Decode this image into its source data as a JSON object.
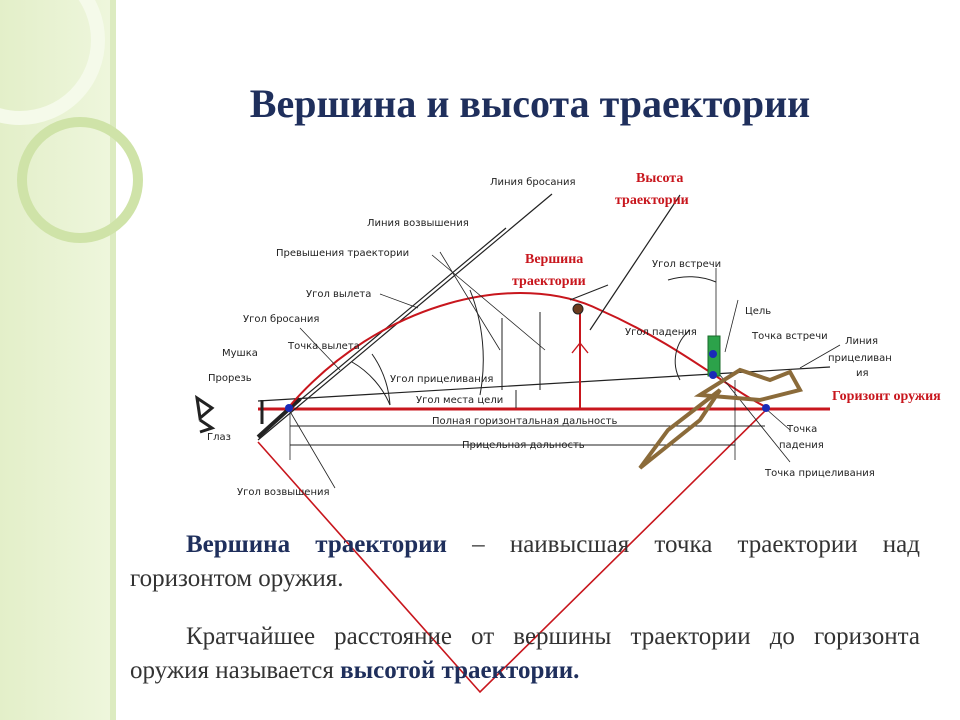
{
  "title": "Вершина и высота траектории",
  "labels": {
    "throw_line": "Линия бросания",
    "elevation_line": "Линия возвышения",
    "excess": "Превышения траектории",
    "departure_angle": "Угол вылета",
    "throw_angle": "Угол бросания",
    "front_sight": "Мушка",
    "departure_point": "Точка вылета",
    "rear_sight": "Прорезь",
    "eye": "Глаз",
    "elevation_angle": "Угол возвышения",
    "aim_angle": "Угол прицеливания",
    "target_place_angle": "Угол места цели",
    "full_range": "Полная горизонтальная дальность",
    "sight_range": "Прицельная дальность",
    "meet_angle": "Угол встречи",
    "target": "Цель",
    "meet_point": "Точка встречи",
    "fall_angle": "Угол падения",
    "aim_line": [
      "Линия",
      "прицеливан",
      "ия"
    ],
    "horizon": "Горизонт оружия",
    "fall_point": [
      "Точка",
      "падения"
    ],
    "aim_point": "Точка прицеливания",
    "height": [
      "Высота",
      "траектории"
    ],
    "apex": [
      "Вершина",
      "траектории"
    ]
  },
  "paragraph1": {
    "term": "Вершина траектории",
    "rest": " – наивысшая точка траектории над горизонтом оружия."
  },
  "paragraph2": {
    "text": "Кратчайшее расстояние от вершины траектории до горизонта оружия называется ",
    "strong": "высотой траектории."
  },
  "colors": {
    "title": "#1f2f5c",
    "red": "#c8161d",
    "target": "#2ca24a",
    "brown": "#8b6b3a",
    "blue": "#1a2bb8"
  }
}
